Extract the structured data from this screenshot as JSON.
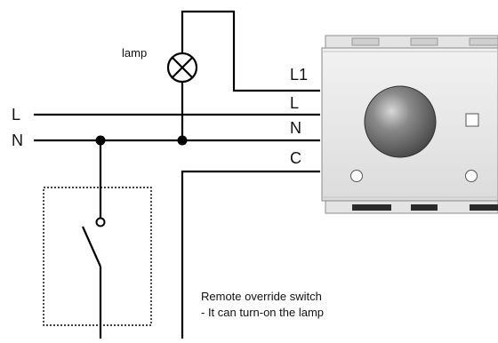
{
  "labels": {
    "lamp": "lamp",
    "line_left_L": "L",
    "line_left_N": "N",
    "term_L1": "L1",
    "term_L": "L",
    "term_N": "N",
    "term_C": "C"
  },
  "note": {
    "line1": "Remote override switch",
    "line2": "- It can turn-on the lamp"
  },
  "colors": {
    "wire": "#000000",
    "device_body": "#e6e6e6",
    "device_edge": "#9a9a9a",
    "dome": "#6b6b6b"
  },
  "icons": {
    "lamp": "lamp-icon",
    "switch": "switch-icon",
    "sensor": "sensor-device-icon"
  }
}
